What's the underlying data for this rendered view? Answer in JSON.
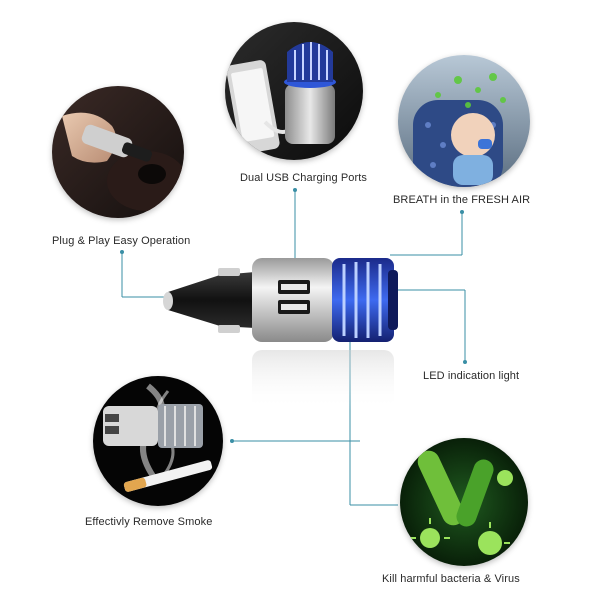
{
  "colors": {
    "leader": "#3a8fa6",
    "accent_blue": "#2f57d8",
    "bacteria_green": "#5cc93a"
  },
  "features": [
    {
      "label": "Plug & Play Easy Operation",
      "icon": "hand-plugging-charger"
    },
    {
      "label": "Dual USB Charging Ports",
      "icon": "charger-with-phone-cable"
    },
    {
      "label": "BREATH in the FRESH AIR",
      "icon": "baby-in-car-seat"
    },
    {
      "label": "LED indication light",
      "icon": "led-light"
    },
    {
      "label": "Effectivly Remove Smoke",
      "icon": "cigarette-smoke"
    },
    {
      "label": "Kill harmful bacteria & Virus",
      "icon": "bacteria-virus"
    }
  ]
}
